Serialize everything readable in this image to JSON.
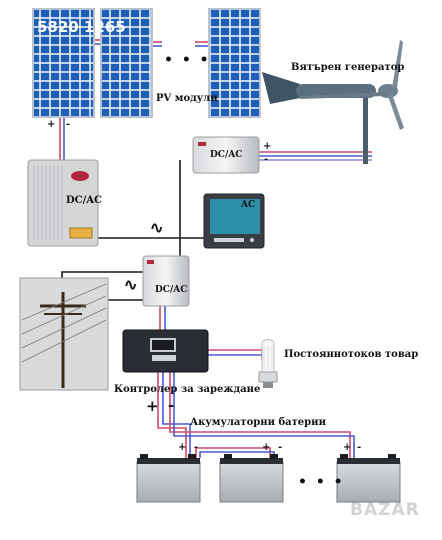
{
  "watermark_id": "5820 1265",
  "labels": {
    "pv_modules": "PV модули",
    "wind_generator": "Вятърен генератор",
    "inverter_main": "DC/AC",
    "inverter_top": "DC/AC",
    "inverter_mid": "DC/AC",
    "tv_ac": "AC",
    "dc_load": "Постояннотоков товар",
    "charge_controller": "Контролер за зареждане",
    "batteries": "Акумулаторни батерии",
    "ellipsis_panels": "• • •",
    "ellipsis_batteries": "• • •",
    "plus": "+",
    "minus": "-",
    "ac_symbol": "∿",
    "bazar_logo": "BAZAR"
  },
  "colors": {
    "panel_blue": "#1f5fb8",
    "wire_red": "#d04a6a",
    "wire_blue": "#4a5ad0",
    "wire_black": "#1a1a1a",
    "inverter_red": "#b0283a",
    "screen_teal": "#2a8fa8"
  }
}
